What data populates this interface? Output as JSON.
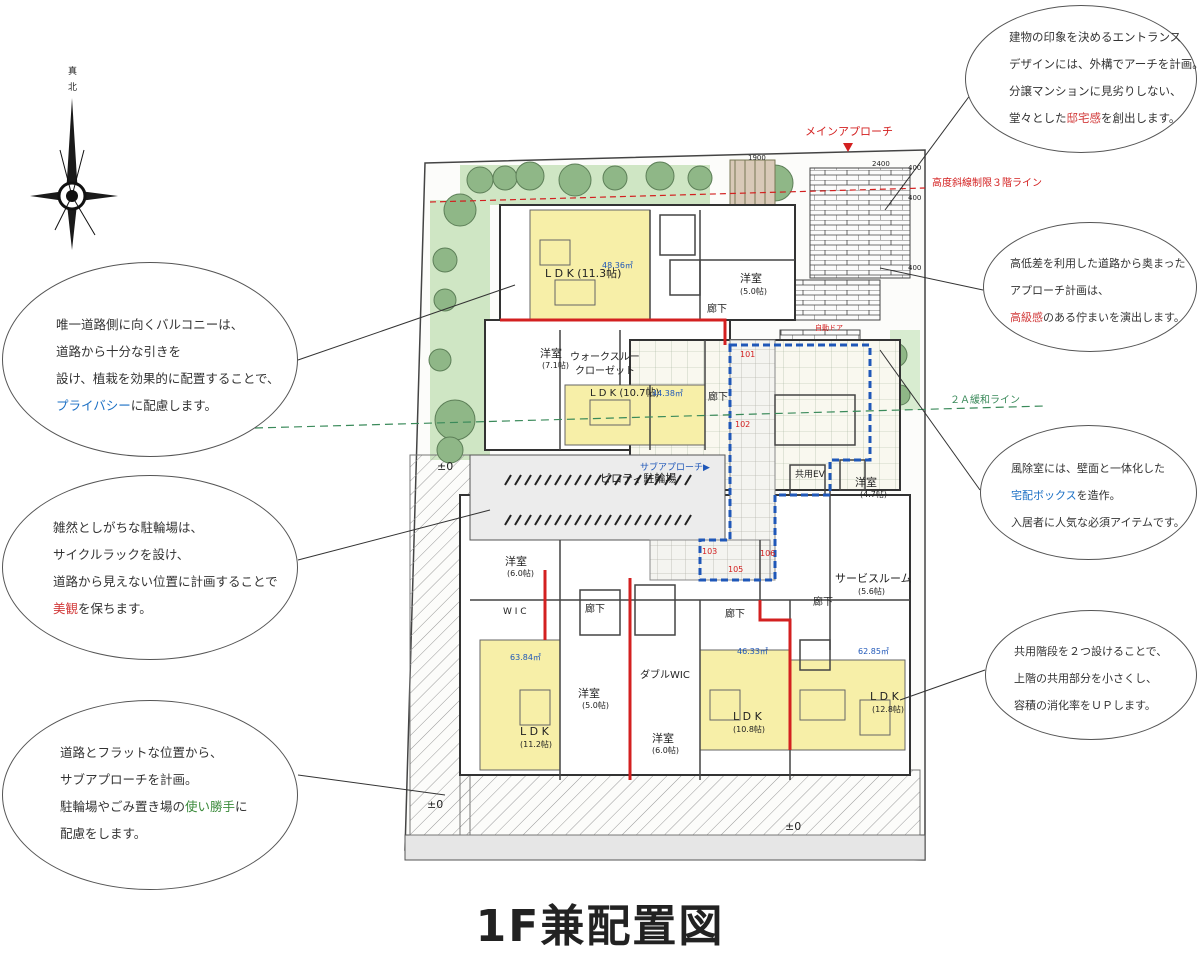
{
  "title": "1F兼配置図",
  "compass": {
    "north_labels": [
      "真",
      "北"
    ]
  },
  "callouts": {
    "balcony": {
      "l1": "唯一道路側に向くバルコニーは、",
      "l2": "道路から十分な引きを",
      "l3": "設け、植栽を効果的に配置することで、",
      "l4_hl": "プライバシー",
      "l4": "に配慮します。"
    },
    "bicycle": {
      "l1": "雑然としがちな駐輪場は、",
      "l2": "サイクルラックを設け、",
      "l3": "道路から見えない位置に計画することで",
      "l4_hl": "美観",
      "l4": "を保ちます。"
    },
    "sub_approach": {
      "l1": "道路とフラットな位置から、",
      "l2": "サブアプローチを計画。",
      "l3a": "駐輪場やごみ置き場の",
      "l3_hl": "使い勝手",
      "l3b": "に",
      "l4": "配慮をします。"
    },
    "entrance": {
      "l1": "建物の印象を決めるエントランス",
      "l2": "デザインには、外構でアーチを計画。",
      "l3": "分譲マンションに見劣りしない、",
      "l4a": "堂々とした",
      "l4_hl": "邸宅感",
      "l4b": "を創出します。"
    },
    "approach": {
      "l1": "高低差を利用した道路から奥まった",
      "l2": "アプローチ計画は、",
      "l3_hl": "高級感",
      "l3": "のある佇まいを演出します。"
    },
    "windbreak": {
      "l1": "風除室には、壁面と一体化した",
      "l2_hl": "宅配ボックス",
      "l2": "を造作。",
      "l3": "入居者に人気な必須アイテムです。"
    },
    "stairs": {
      "l1": "共用階段を２つ設けることで、",
      "l2": "上階の共用部分を小さくし、",
      "l3": "容積の消化率をＵＰします。"
    }
  },
  "plan_labels": {
    "main_approach": "メインアプローチ",
    "height_limit": "高度斜線制限３階ライン",
    "relax_line": "２Ａ緩和ライン",
    "sub_approach": "サブアプローチ▶",
    "piloti": "ピロティ駐輪場",
    "corridor": "廊下",
    "auto_door": "自動ドア",
    "shared_ev": "共用EV",
    "service_room": "サービスルーム",
    "service_room_size": "(5.6帖)",
    "walk_through": "ウォークスルー",
    "closet": "クローゼット",
    "double_wic": "ダブルWIC",
    "wic": "W I C",
    "level_zero": "±0",
    "rooms": {
      "ldk1": "L D K (11.3帖)",
      "area1": "48.36㎡",
      "ldk2": "L D K (10.7帖)",
      "area2": "44.38㎡",
      "ldk3": "L D K",
      "ldk3_size": "(11.2帖)",
      "area3": "63.84㎡",
      "ldk4": "L D K",
      "ldk4_size": "(10.8帖)",
      "area4": "46.33㎡",
      "ldk5": "L D K",
      "ldk5_size": "(12.8帖)",
      "area5": "62.85㎡",
      "youshitsu": "洋室",
      "size_50": "(5.0帖)",
      "size_71": "(7.1帖)",
      "size_47": "(4.7帖)",
      "size_60": "(6.0帖)",
      "size_60b": "(6.0帖)",
      "size_50b": "(5.0帖)"
    },
    "unit_numbers": [
      "101",
      "102",
      "103",
      "105",
      "106"
    ],
    "dims": [
      "1900",
      "2400",
      "400",
      "400",
      "400"
    ]
  },
  "colors": {
    "ldk_fill": "#f7efa8",
    "red_line": "#d32020",
    "blue_line": "#1f57b8",
    "green_line": "#3a8a5a",
    "grass": "#cfe6c4",
    "tree": "#7fa876"
  }
}
